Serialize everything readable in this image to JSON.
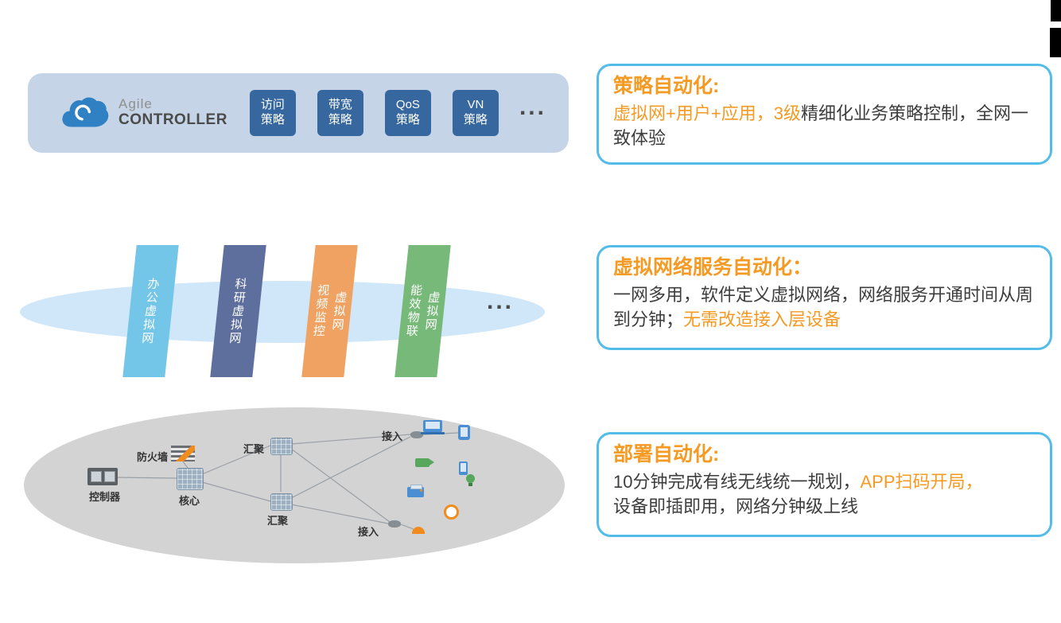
{
  "controller": {
    "brand_top": "Agile",
    "brand_bottom": "CONTROLLER",
    "policies": [
      {
        "line1": "访问",
        "line2": "策略"
      },
      {
        "line1": "带宽",
        "line2": "策略"
      },
      {
        "line1": "QoS",
        "line2": "策略"
      },
      {
        "line1": "VN",
        "line2": "策略"
      }
    ],
    "more": "..."
  },
  "virtual_layer": {
    "banners": [
      {
        "label": "办公虚拟网",
        "lines": [
          "办公虚拟网"
        ],
        "color": "#74c6e9"
      },
      {
        "label": "科研虚拟网",
        "lines": [
          "科研虚拟网"
        ],
        "color": "#5e6f9d"
      },
      {
        "label": "视频监控虚拟网",
        "lines": [
          "视频监控",
          "虚拟网"
        ],
        "color": "#f0a263"
      },
      {
        "label": "能效物联虚拟网",
        "lines": [
          "能效物联",
          "虚拟网"
        ],
        "color": "#76b978"
      }
    ],
    "more": "..."
  },
  "topology": {
    "labels": {
      "firewall": "防火墙",
      "controller": "控制器",
      "core": "核心",
      "agg1": "汇聚",
      "agg2": "汇聚",
      "access1": "接入",
      "access2": "接入"
    },
    "device_icons": [
      "laptop-icon",
      "monitor-icon",
      "video-camera-icon",
      "phone-icon",
      "bulb-icon",
      "printer-icon",
      "iot-sensor-icon",
      "dome-camera-icon"
    ]
  },
  "callouts": [
    {
      "title": "策略自动化:",
      "segments": [
        {
          "text": "虚拟网+用户+应用，3级",
          "tone": "accent"
        },
        {
          "text": "精细化业务策略控制，全网一致体验",
          "tone": "normal"
        }
      ]
    },
    {
      "title": "虚拟网络服务自动化：",
      "segments": [
        {
          "text": "一网多用，软件定义虚拟网络，网络服务开通时间从周到分钟；",
          "tone": "normal"
        },
        {
          "text": "无需改造接入层设备",
          "tone": "accent"
        }
      ]
    },
    {
      "title": "部署自动化:",
      "segments": [
        {
          "text": "10分钟完成有线无线统一规划，",
          "tone": "normal"
        },
        {
          "text": "APP扫码开局，",
          "tone": "accent",
          "break_after": true
        },
        {
          "text": "设备即插即用，网络分钟级上线",
          "tone": "normal"
        }
      ]
    }
  ],
  "colors": {
    "accent_orange": "#f59a23",
    "text_dark": "#3d3d3d",
    "callout_border": "#54bce9",
    "bar_bg": "#c5d4e6",
    "chip_bg": "#36679e",
    "cloud_blue": "#2f81c3",
    "ellipse_blue": "#cfe7f8",
    "ellipse_gray": "#d3d3d3"
  }
}
